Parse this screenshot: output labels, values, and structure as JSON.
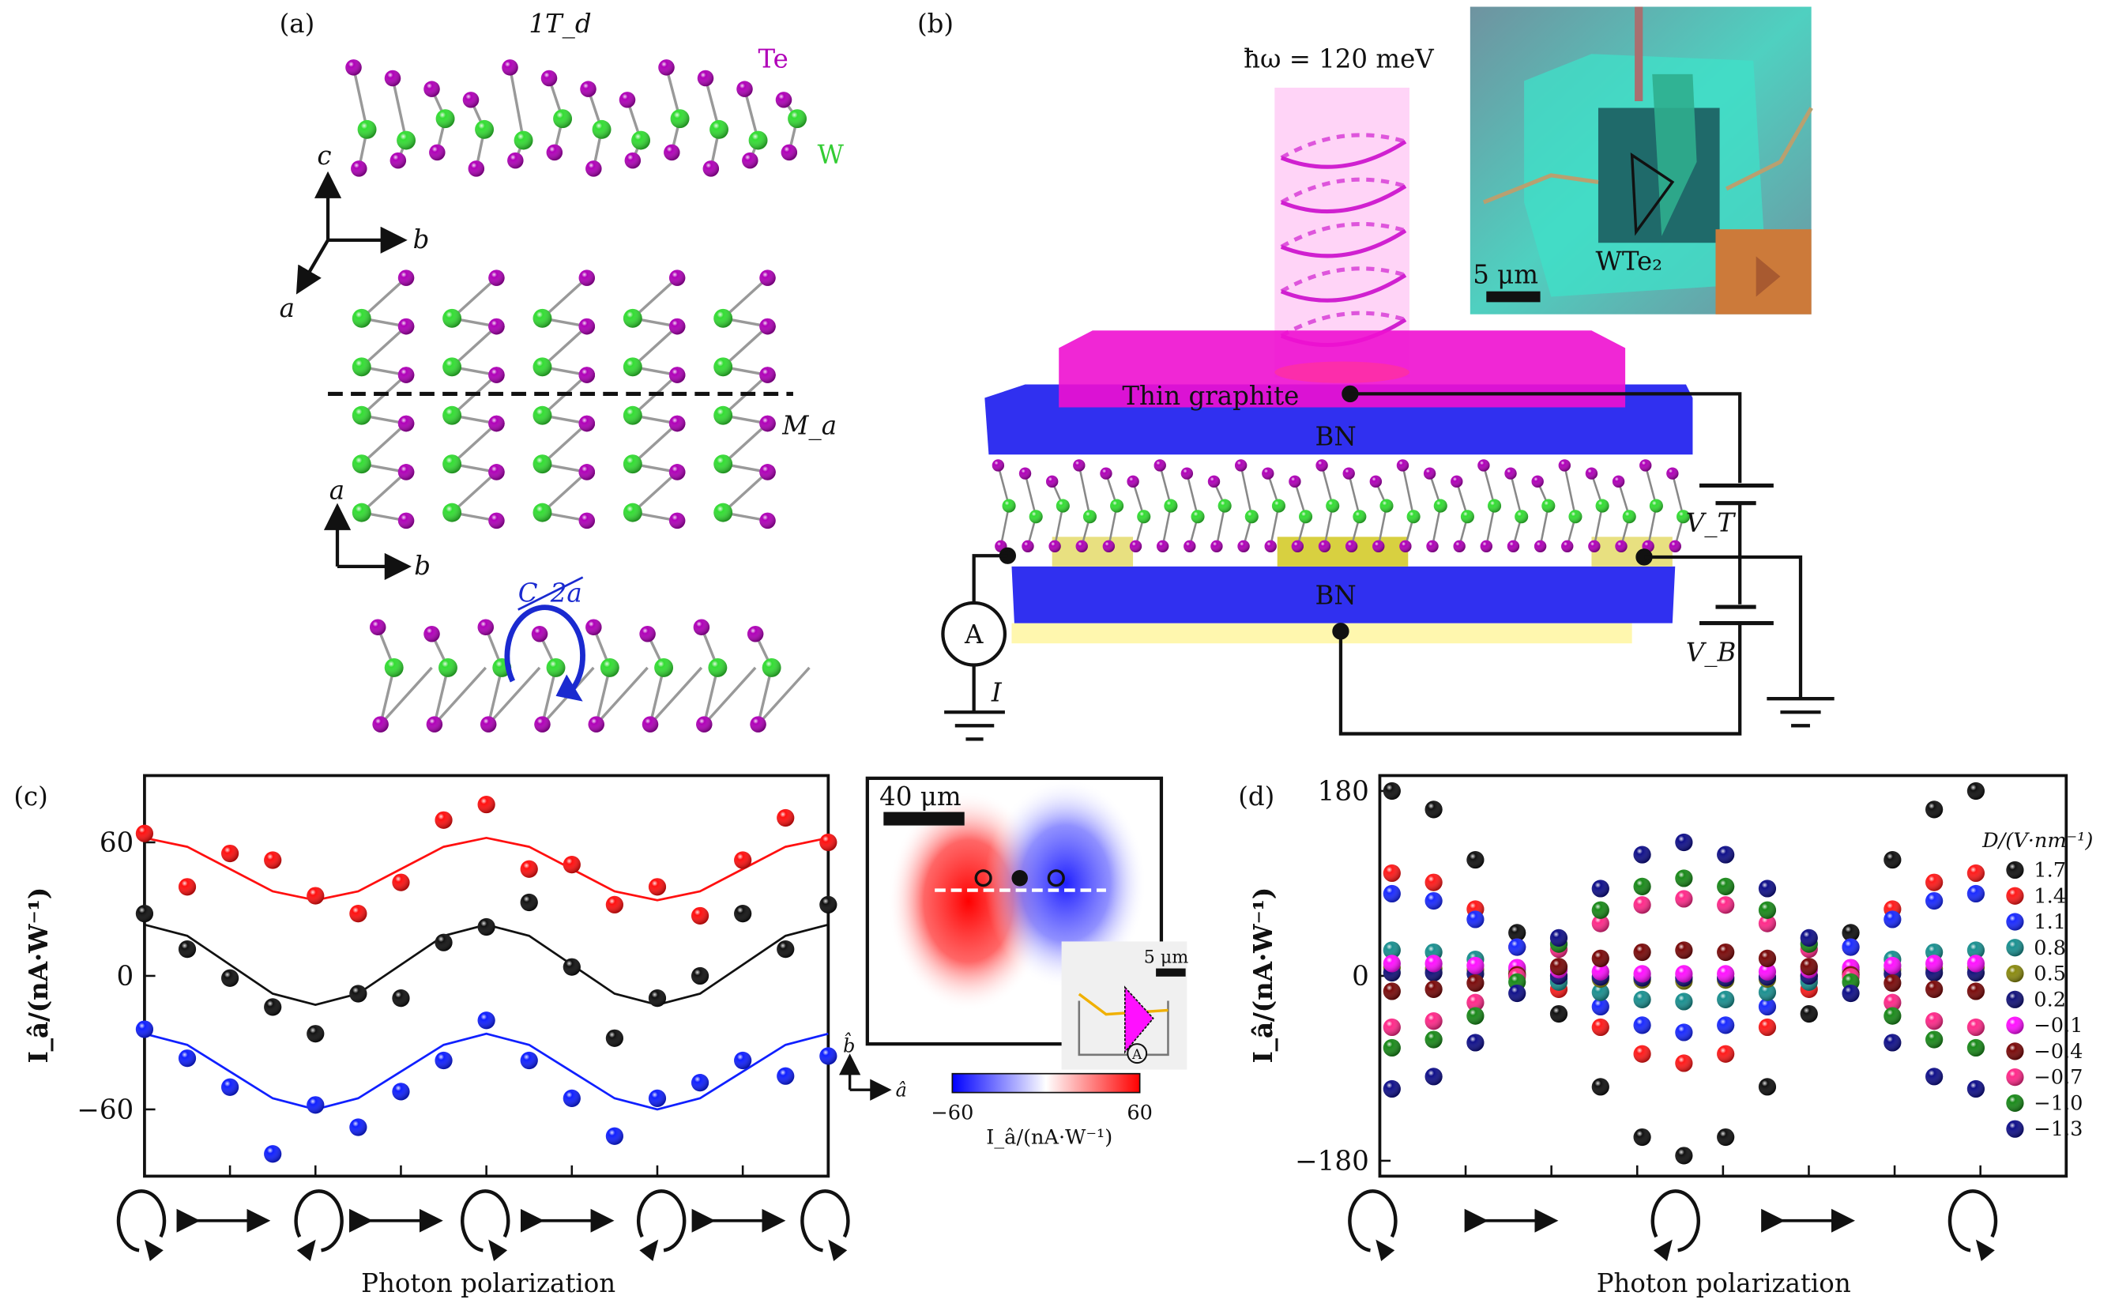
{
  "panel_a": {
    "label": "(a)",
    "phase": "1T_d",
    "atom_te": "Te",
    "atom_w": "W",
    "axis_c": "c",
    "axis_b": "b",
    "axis_a": "a",
    "mirror": "M_a",
    "axis2_a": "a",
    "axis2_b": "b",
    "c2a": "C_2a",
    "colors": {
      "te": "#b000b8",
      "w": "#33dd33"
    }
  },
  "panel_b": {
    "label": "(b)",
    "photon_energy": "ħω = 120 meV",
    "thin_graphite": "Thin graphite",
    "bn_top": "BN",
    "bn_bottom": "BN",
    "vt": "V_T",
    "vb": "V_B",
    "ammeter": "A",
    "current": "I",
    "photo_scale": "5 μm",
    "photo_label": "WTe₂"
  },
  "chart_data": [
    {
      "panel": "(c)",
      "type": "scatter",
      "xlabel": "Photon polarization",
      "ylabel": "I_â/(nA·W⁻¹)",
      "ylim": [
        -90,
        90
      ],
      "xlim": [
        0,
        8
      ],
      "yticks": [
        60,
        0,
        -60
      ],
      "polarization_icons": [
        "circular-cw",
        "linear",
        "circular-ccw",
        "linear",
        "circular-cw",
        "linear",
        "circular-ccw",
        "linear",
        "circular-cw"
      ],
      "x": [
        0,
        0.5,
        1,
        1.5,
        2,
        2.5,
        3,
        3.5,
        4,
        4.5,
        5,
        5.5,
        6,
        6.5,
        7,
        7.5,
        8
      ],
      "series": [
        {
          "name": "red",
          "color": "#ff1010",
          "fit": [
            62,
            58,
            48,
            38,
            34,
            38,
            48,
            58,
            62,
            58,
            48,
            38,
            34,
            38,
            48,
            58,
            62
          ],
          "points": [
            64,
            40,
            55,
            52,
            36,
            28,
            42,
            70,
            77,
            48,
            50,
            32,
            40,
            27,
            52,
            71,
            60
          ]
        },
        {
          "name": "black",
          "color": "#111111",
          "fit": [
            23,
            18,
            5,
            -8,
            -13,
            -8,
            5,
            18,
            23,
            18,
            5,
            -8,
            -13,
            -8,
            5,
            18,
            23
          ],
          "points": [
            28,
            12,
            -1,
            -14,
            -26,
            -8,
            -10,
            15,
            22,
            33,
            4,
            -28,
            -10,
            0,
            28,
            12,
            32
          ]
        },
        {
          "name": "blue",
          "color": "#1020ff",
          "fit": [
            -26,
            -31,
            -43,
            -55,
            -60,
            -55,
            -43,
            -31,
            -26,
            -31,
            -43,
            -55,
            -60,
            -55,
            -43,
            -31,
            -26
          ],
          "points": [
            -24,
            -37,
            -50,
            -80,
            -58,
            -68,
            -52,
            -38,
            -20,
            -38,
            -55,
            -72,
            -55,
            -48,
            -38,
            -45,
            -36
          ]
        }
      ]
    },
    {
      "panel": "(d)",
      "type": "scatter",
      "xlabel": "Photon polarization",
      "ylabel": "I_â/(nA·W⁻¹)",
      "ylim": [
        -195,
        195
      ],
      "xlim": [
        0,
        7
      ],
      "yticks": [
        180,
        0,
        -180
      ],
      "legend_title": "D/(V·nm⁻¹)",
      "legend_position": "right",
      "polarization_icons": [
        "circular-cw",
        "linear",
        "circular-ccw",
        "linear",
        "circular-cw"
      ],
      "x": [
        0,
        0.5,
        1,
        1.5,
        2,
        2.5,
        3,
        3.5,
        4,
        4.5,
        5,
        5.5,
        6,
        6.5,
        7
      ],
      "series": [
        {
          "name": "1.7",
          "color": "#111111",
          "values": [
            180,
            162,
            113,
            42,
            -37,
            -108,
            -157,
            -175,
            -157,
            -108,
            -37,
            42,
            113,
            162,
            180
          ]
        },
        {
          "name": "1.4",
          "color": "#ff1a1a",
          "values": [
            100,
            91,
            65,
            28,
            -13,
            -50,
            -76,
            -85,
            -76,
            -50,
            -13,
            28,
            65,
            91,
            100
          ]
        },
        {
          "name": "1.1",
          "color": "#1a2aff",
          "values": [
            80,
            73,
            55,
            28,
            -3,
            -30,
            -48,
            -55,
            -48,
            -30,
            -3,
            28,
            55,
            73,
            80
          ]
        },
        {
          "name": "0.8",
          "color": "#1a9090",
          "values": [
            25,
            23,
            16,
            6,
            -6,
            -16,
            -23,
            -25,
            -23,
            -16,
            -6,
            6,
            16,
            23,
            25
          ]
        },
        {
          "name": "0.5",
          "color": "#8a8a10",
          "values": [
            8,
            7,
            6,
            3,
            0,
            -3,
            -4,
            -5,
            -4,
            -3,
            0,
            3,
            6,
            7,
            8
          ]
        },
        {
          "name": "0.2",
          "color": "#12127a",
          "values": [
            3,
            3,
            2,
            1,
            0,
            -1,
            -2,
            -2,
            -2,
            -1,
            0,
            1,
            2,
            3,
            3
          ]
        },
        {
          "name": "−0.1",
          "color": "#ff10ff",
          "values": [
            12,
            12,
            10,
            8,
            6,
            4,
            2,
            2,
            2,
            4,
            6,
            8,
            10,
            12,
            12
          ]
        },
        {
          "name": "−0.4",
          "color": "#7a0a0a",
          "values": [
            -15,
            -13,
            -7,
            1,
            9,
            17,
            23,
            25,
            23,
            17,
            9,
            1,
            -7,
            -13,
            -15
          ]
        },
        {
          "name": "−0.7",
          "color": "#ff2a8a",
          "values": [
            -50,
            -44,
            -26,
            -1,
            26,
            51,
            69,
            75,
            69,
            51,
            26,
            -1,
            -26,
            -44,
            -50
          ]
        },
        {
          "name": "−1.0",
          "color": "#1a8a1a",
          "values": [
            -70,
            -62,
            -39,
            -6,
            31,
            64,
            87,
            95,
            87,
            64,
            31,
            -6,
            -39,
            -62,
            -70
          ]
        },
        {
          "name": "−1.3",
          "color": "#10108a",
          "values": [
            -110,
            -98,
            -65,
            -17,
            37,
            85,
            118,
            130,
            118,
            85,
            37,
            -17,
            -65,
            -98,
            -110
          ]
        }
      ]
    }
  ],
  "panel_c": {
    "label": "(c)",
    "ylabel": "I_â/(nA·W⁻¹)",
    "xlabel": "Photon polarization",
    "map": {
      "scale": "40 μm",
      "inset_scale": "5 μm",
      "inset_ammeter": "A",
      "axis_b": "b̂",
      "axis_a": "â",
      "cbar_min": "−60",
      "cbar_max": "60",
      "cbar_label": "I_â/(nA·W⁻¹)"
    }
  },
  "panel_d": {
    "label": "(d)",
    "ylabel": "I_â/(nA·W⁻¹)",
    "xlabel": "Photon polarization",
    "legend_title": "D/(V·nm⁻¹)"
  }
}
